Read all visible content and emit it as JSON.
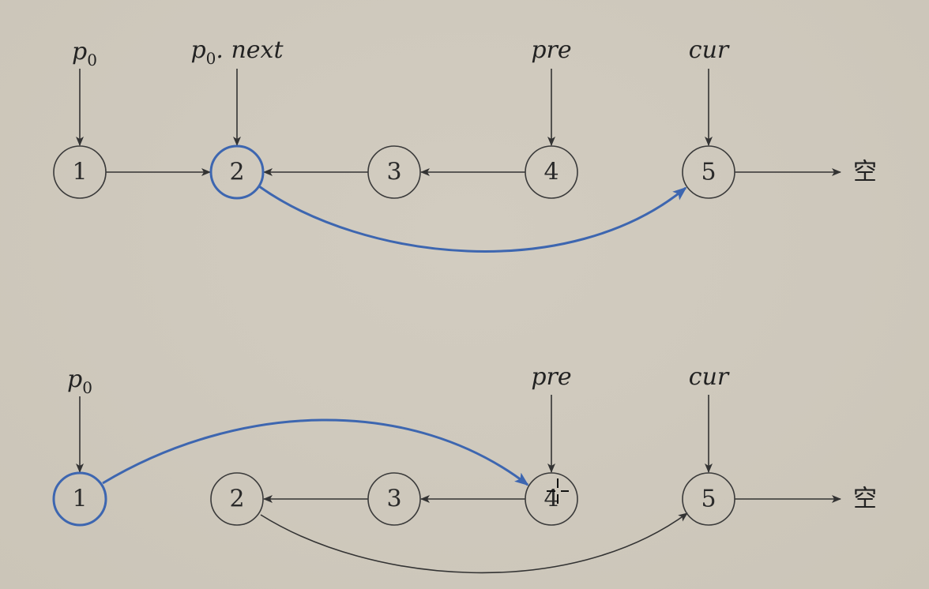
{
  "diagrams": [
    {
      "id": "before",
      "pointers": [
        {
          "name": "p0",
          "base": "p",
          "sub": "0",
          "suffix": "",
          "target": "1"
        },
        {
          "name": "p0.next",
          "base": "p",
          "sub": "0",
          "suffix": ". next",
          "target": "2"
        },
        {
          "name": "pre",
          "base": "pre",
          "sub": "",
          "suffix": "",
          "target": "4"
        },
        {
          "name": "cur",
          "base": "cur",
          "sub": "",
          "suffix": "",
          "target": "5"
        }
      ],
      "nodes": [
        {
          "value": "1",
          "highlight": false
        },
        {
          "value": "2",
          "highlight": true
        },
        {
          "value": "3",
          "highlight": false
        },
        {
          "value": "4",
          "highlight": false
        },
        {
          "value": "5",
          "highlight": false
        }
      ],
      "null_label": "空"
    },
    {
      "id": "after",
      "pointers": [
        {
          "name": "p0",
          "base": "p",
          "sub": "0",
          "suffix": "",
          "target": "1"
        },
        {
          "name": "pre",
          "base": "pre",
          "sub": "",
          "suffix": "",
          "target": "4"
        },
        {
          "name": "cur",
          "base": "cur",
          "sub": "",
          "suffix": "",
          "target": "5"
        }
      ],
      "nodes": [
        {
          "value": "1",
          "highlight": true
        },
        {
          "value": "2",
          "highlight": false
        },
        {
          "value": "3",
          "highlight": false
        },
        {
          "value": "4",
          "highlight": false
        },
        {
          "value": "5",
          "highlight": false
        }
      ],
      "null_label": "空"
    }
  ],
  "colors": {
    "highlight": "#3d66b0",
    "line": "#333333",
    "text": "#222222"
  }
}
